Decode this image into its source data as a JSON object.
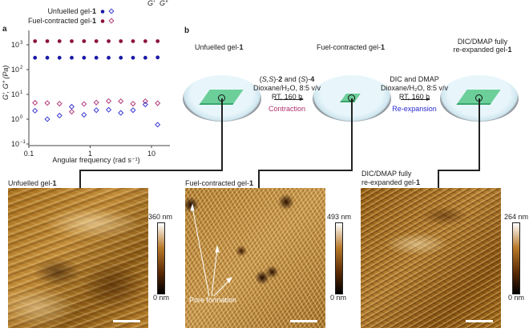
{
  "panel_a": {
    "label": "a",
    "legend": {
      "col_gprime": "G′",
      "col_gdouble": "G″",
      "rows": [
        {
          "name": "Unfuelled gel-",
          "bold": "1",
          "color": "#1a1aa8"
        },
        {
          "name": "Fuel-contracted gel-",
          "bold": "1",
          "color": "#8b1240"
        }
      ]
    }
  },
  "chart_data": {
    "type": "scatter",
    "xscale": "log",
    "yscale": "log",
    "xlabel": "Angular frequency (rad s⁻¹)",
    "ylabel": "G′, G″ (Pa)",
    "xlim": [
      0.1,
      20
    ],
    "ylim": [
      0.1,
      3000
    ],
    "xticks": [
      {
        "v": 0.1,
        "label": "0.1"
      },
      {
        "v": 1,
        "label": "1"
      },
      {
        "v": 10,
        "label": "10"
      }
    ],
    "yticks": [
      {
        "v": 1000,
        "base": "10",
        "exp": "3"
      },
      {
        "v": 100,
        "base": "10",
        "exp": "2"
      },
      {
        "v": 10,
        "base": "10",
        "exp": "1"
      },
      {
        "v": 1,
        "base": "10",
        "exp": "0"
      },
      {
        "v": 0.1,
        "base": "10",
        "exp": "−1"
      }
    ],
    "x": [
      0.126,
      0.2,
      0.316,
      0.5,
      0.794,
      1.26,
      2.0,
      3.16,
      5.0,
      7.94,
      12.6
    ],
    "series": [
      {
        "name": "Fuel-contracted gel-1 G′",
        "color": "#8b1240",
        "filled": true,
        "values": [
          1400,
          1400,
          1400,
          1400,
          1400,
          1400,
          1400,
          1400,
          1400,
          1400,
          1400
        ]
      },
      {
        "name": "Unfuelled gel-1 G′",
        "color": "#1a1aa8",
        "filled": true,
        "values": [
          300,
          300,
          300,
          300,
          300,
          300,
          300,
          300,
          300,
          300,
          310
        ]
      },
      {
        "name": "Fuel-contracted gel-1 G″",
        "color": "#b03a78",
        "filled": false,
        "values": [
          4.6,
          4.5,
          4.2,
          2.0,
          4.1,
          4.7,
          5.4,
          5.3,
          4.2,
          5.3,
          4.4
        ]
      },
      {
        "name": "Unfuelled gel-1 G″",
        "color": "#3a3ad0",
        "filled": false,
        "values": [
          2.2,
          1.0,
          1.4,
          3.2,
          1.5,
          2.3,
          2.4,
          1.8,
          2.3,
          3.9,
          0.6
        ]
      }
    ]
  },
  "panel_b": {
    "label": "b",
    "stage1": {
      "pre": "Unfuelled gel-",
      "bold": "1"
    },
    "stage2": {
      "pre": "Fuel-contracted gel-",
      "bold": "1"
    },
    "stage3": {
      "line1": "DIC/DMAP fully",
      "pre": "re-expanded gel-",
      "bold": "1"
    },
    "step1": {
      "l1a": "(",
      "l1b": "S,S",
      "l1c": ")-",
      "l1d": "2",
      "l1e": " and (",
      "l1f": "S",
      "l1g": ")-",
      "l1h": "4",
      "l2": "Dioxane/H₂O, 8:5 v/v",
      "l3": "RT, 160 h",
      "label": "Contraction",
      "color": "#b0306a"
    },
    "step2": {
      "l1": "DIC and DMAP",
      "l2": "Dioxane/H₂O, 8:5 v/v",
      "l3": "RT, 160 h",
      "label": "Re-expansion",
      "color": "#2a2ad0"
    }
  },
  "afm": [
    {
      "title_pre": "Unfuelled gel-",
      "title_bold": "1",
      "max": "360 nm",
      "min": "0 nm"
    },
    {
      "title_pre": "Fuel-contracted gel-",
      "title_bold": "1",
      "max": "493 nm",
      "min": "0 nm",
      "annotation": "Pore formation"
    },
    {
      "title_line1": "DIC/DMAP fully",
      "title_pre": "re-expanded gel-",
      "title_bold": "1",
      "max": "264 nm",
      "min": "0 nm"
    }
  ]
}
